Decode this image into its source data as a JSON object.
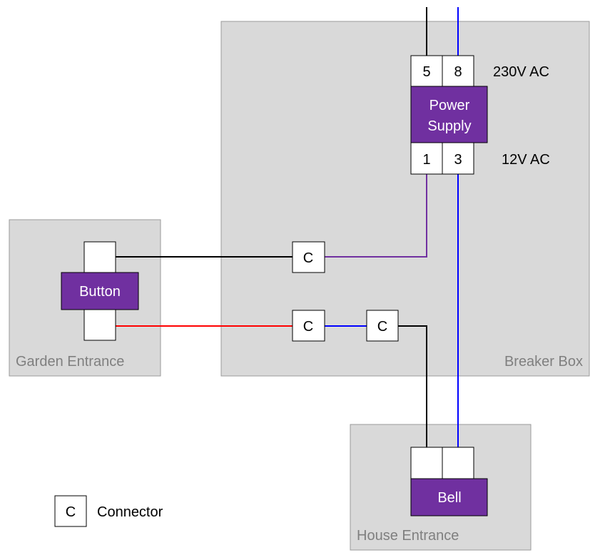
{
  "regions": {
    "breaker_box": "Breaker Box",
    "garden_entrance": "Garden Entrance",
    "house_entrance": "House Entrance"
  },
  "power_supply": {
    "label_line1": "Power",
    "label_line2": "Supply",
    "input_terminals": [
      "5",
      "8"
    ],
    "output_terminals": [
      "1",
      "3"
    ],
    "input_voltage": "230V AC",
    "output_voltage": "12V AC"
  },
  "button": {
    "label": "Button"
  },
  "bell": {
    "label": "Bell"
  },
  "connector": {
    "symbol": "C"
  },
  "legend": {
    "symbol": "C",
    "label": "Connector"
  },
  "colors": {
    "region_fill": "#d9d9d9",
    "component_fill": "#7030a0",
    "wire_black": "#000000",
    "wire_blue": "#0000ff",
    "wire_purple": "#7030a0",
    "wire_red": "#ff0000"
  }
}
